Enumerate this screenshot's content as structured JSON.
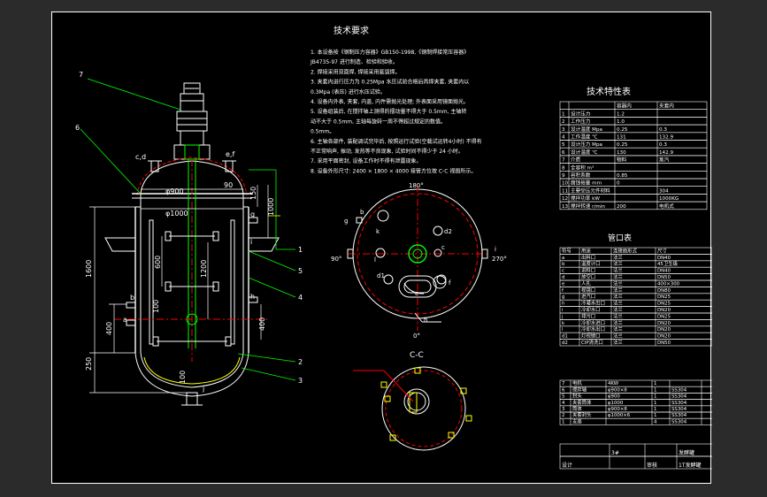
{
  "tech_req": {
    "title": "技术要求",
    "lines": [
      "1. 本设备按《钢制压力容器》GB150-1998,《钢制焊接常压容器》",
      "JB4735-97 进行制造、检验和验收。",
      "2. 焊接采用双面焊, 焊接采用氩弧焊。",
      "3. 夹套内进行压力为 0.25Mpa 水压试验合格后再焊夹套, 夹套内以",
      "0.3Mpa (表压) 进行水压试验。",
      "4. 设备内外表, 夹套, 内盖, 内件需抛光处理; 外表面采用镜面抛光。",
      "5. 设备组装后, 在搅拌轴上测得的摆动量不得大于 0.5mm, 主轴转",
      "动不大于 0.5mm, 主轴每旋转一周不得超过规定的数值。",
      "0.5mm。",
      "6. 主轴各部件, 装配调试完毕后, 按照运行试验(空载试运转4小时) 不得有",
      "不正常响声, 振动, 发热等不良现象, 试验时间不得少于 24 小时。",
      "7. 采用平面密封, 设备工作时不得有泄露现象。",
      "8. 设备外形尺寸: 2400 × 1800 × 4000 接管方位按 C-C 视图所示。"
    ]
  },
  "tech_char": {
    "title": "技术特性表",
    "headers": [
      "",
      "",
      "容器内",
      "夹套内"
    ],
    "rows": [
      [
        "1",
        "设计压力",
        "1.2",
        ""
      ],
      [
        "2",
        "工作压力",
        "1.0",
        ""
      ],
      [
        "3",
        "设计温度 Mpa",
        "0.25",
        "0.3"
      ],
      [
        "4",
        "工作温度 ℃",
        "131",
        "132.9"
      ],
      [
        "5",
        "设计压力 Mpa",
        "0.25",
        "0.3"
      ],
      [
        "6",
        "设计温度 ℃",
        "130",
        "142.9"
      ],
      [
        "7",
        "介质",
        "物料",
        "蒸汽"
      ],
      [
        "8",
        "全容积 m³",
        "",
        ""
      ],
      [
        "9",
        "容积系数",
        "0.85",
        ""
      ],
      [
        "10",
        "腐蚀裕量 mm",
        "0",
        ""
      ],
      [
        "11",
        "主要受压元件材料",
        "",
        "304"
      ],
      [
        "12",
        "搅拌功率 kW",
        "",
        "1000KG"
      ],
      [
        "13",
        "搅拌转速 r/min",
        "200",
        "电机式"
      ]
    ]
  },
  "nozzle": {
    "title": "管口表",
    "headers": [
      "符号",
      "用途",
      "连接面形式",
      "尺寸"
    ],
    "rows": [
      [
        "a",
        "出料口",
        "法兰",
        "DN40"
      ],
      [
        "b",
        "温度计口",
        "法兰",
        "45卫生级"
      ],
      [
        "c",
        "进料口",
        "法兰",
        "DN40"
      ],
      [
        "d",
        "放空口",
        "法兰",
        "DN50"
      ],
      [
        "e",
        "人孔",
        "法兰",
        "400×300"
      ],
      [
        "f",
        "视镜口",
        "法兰",
        "DN80"
      ],
      [
        "g",
        "进汽口",
        "法兰",
        "DN25"
      ],
      [
        "h",
        "冷凝水出口",
        "法兰",
        "DN25"
      ],
      [
        "i",
        "冷却水口",
        "法兰",
        "DN20"
      ],
      [
        "j",
        "排污口",
        "法兰",
        "DN25"
      ],
      [
        "k",
        "冷却水进口",
        "法兰",
        "DN20"
      ],
      [
        "l",
        "冷却水出口",
        "法兰",
        "DN20"
      ],
      [
        "d1",
        "灯视镜口",
        "法兰",
        "DN20"
      ],
      [
        "d2",
        "CIP清洗口",
        "法兰",
        "DN50"
      ]
    ]
  },
  "bom": {
    "rows": [
      [
        "7",
        "电机",
        "4KW",
        "1",
        "",
        ""
      ],
      [
        "6",
        "搅拌轴",
        "φ900×8",
        "1",
        "SS304",
        ""
      ],
      [
        "5",
        "封头",
        "φ900",
        "1",
        "SS304",
        ""
      ],
      [
        "4",
        "夹套筒体",
        "φ1000",
        "1",
        "SS304",
        ""
      ],
      [
        "3",
        "筒体",
        "φ900×8",
        "1",
        "SS304",
        ""
      ],
      [
        "2",
        "夹套封头",
        "φ1000×6",
        "1",
        "SS304",
        ""
      ],
      [
        "1",
        "支座",
        "",
        "4",
        "SS304",
        ""
      ]
    ]
  },
  "title_block": {
    "row1": [
      "",
      "3#",
      "",
      "发酵罐"
    ],
    "row2": [
      "设计",
      "",
      "审核",
      "1T发酵罐"
    ]
  },
  "labels": {
    "view_cc": "C-C",
    "deg_top": "180°",
    "deg_left": "90°",
    "deg_right": "270°",
    "deg_bottom": "0°",
    "dims": [
      "φ900",
      "φ1000",
      "1600",
      "1000",
      "250",
      "400",
      "600",
      "1200",
      "100",
      "150",
      "400",
      "100",
      "90"
    ],
    "callouts": [
      "7",
      "6",
      "1",
      "5",
      "4",
      "2",
      "3"
    ],
    "nozzle_letters": [
      "c,d",
      "e,f",
      "g",
      "i",
      "h",
      "b",
      "a",
      "j",
      "k",
      "l",
      "d1",
      "d2",
      "e",
      "f",
      "c",
      "b",
      "h",
      "i",
      "g"
    ]
  }
}
